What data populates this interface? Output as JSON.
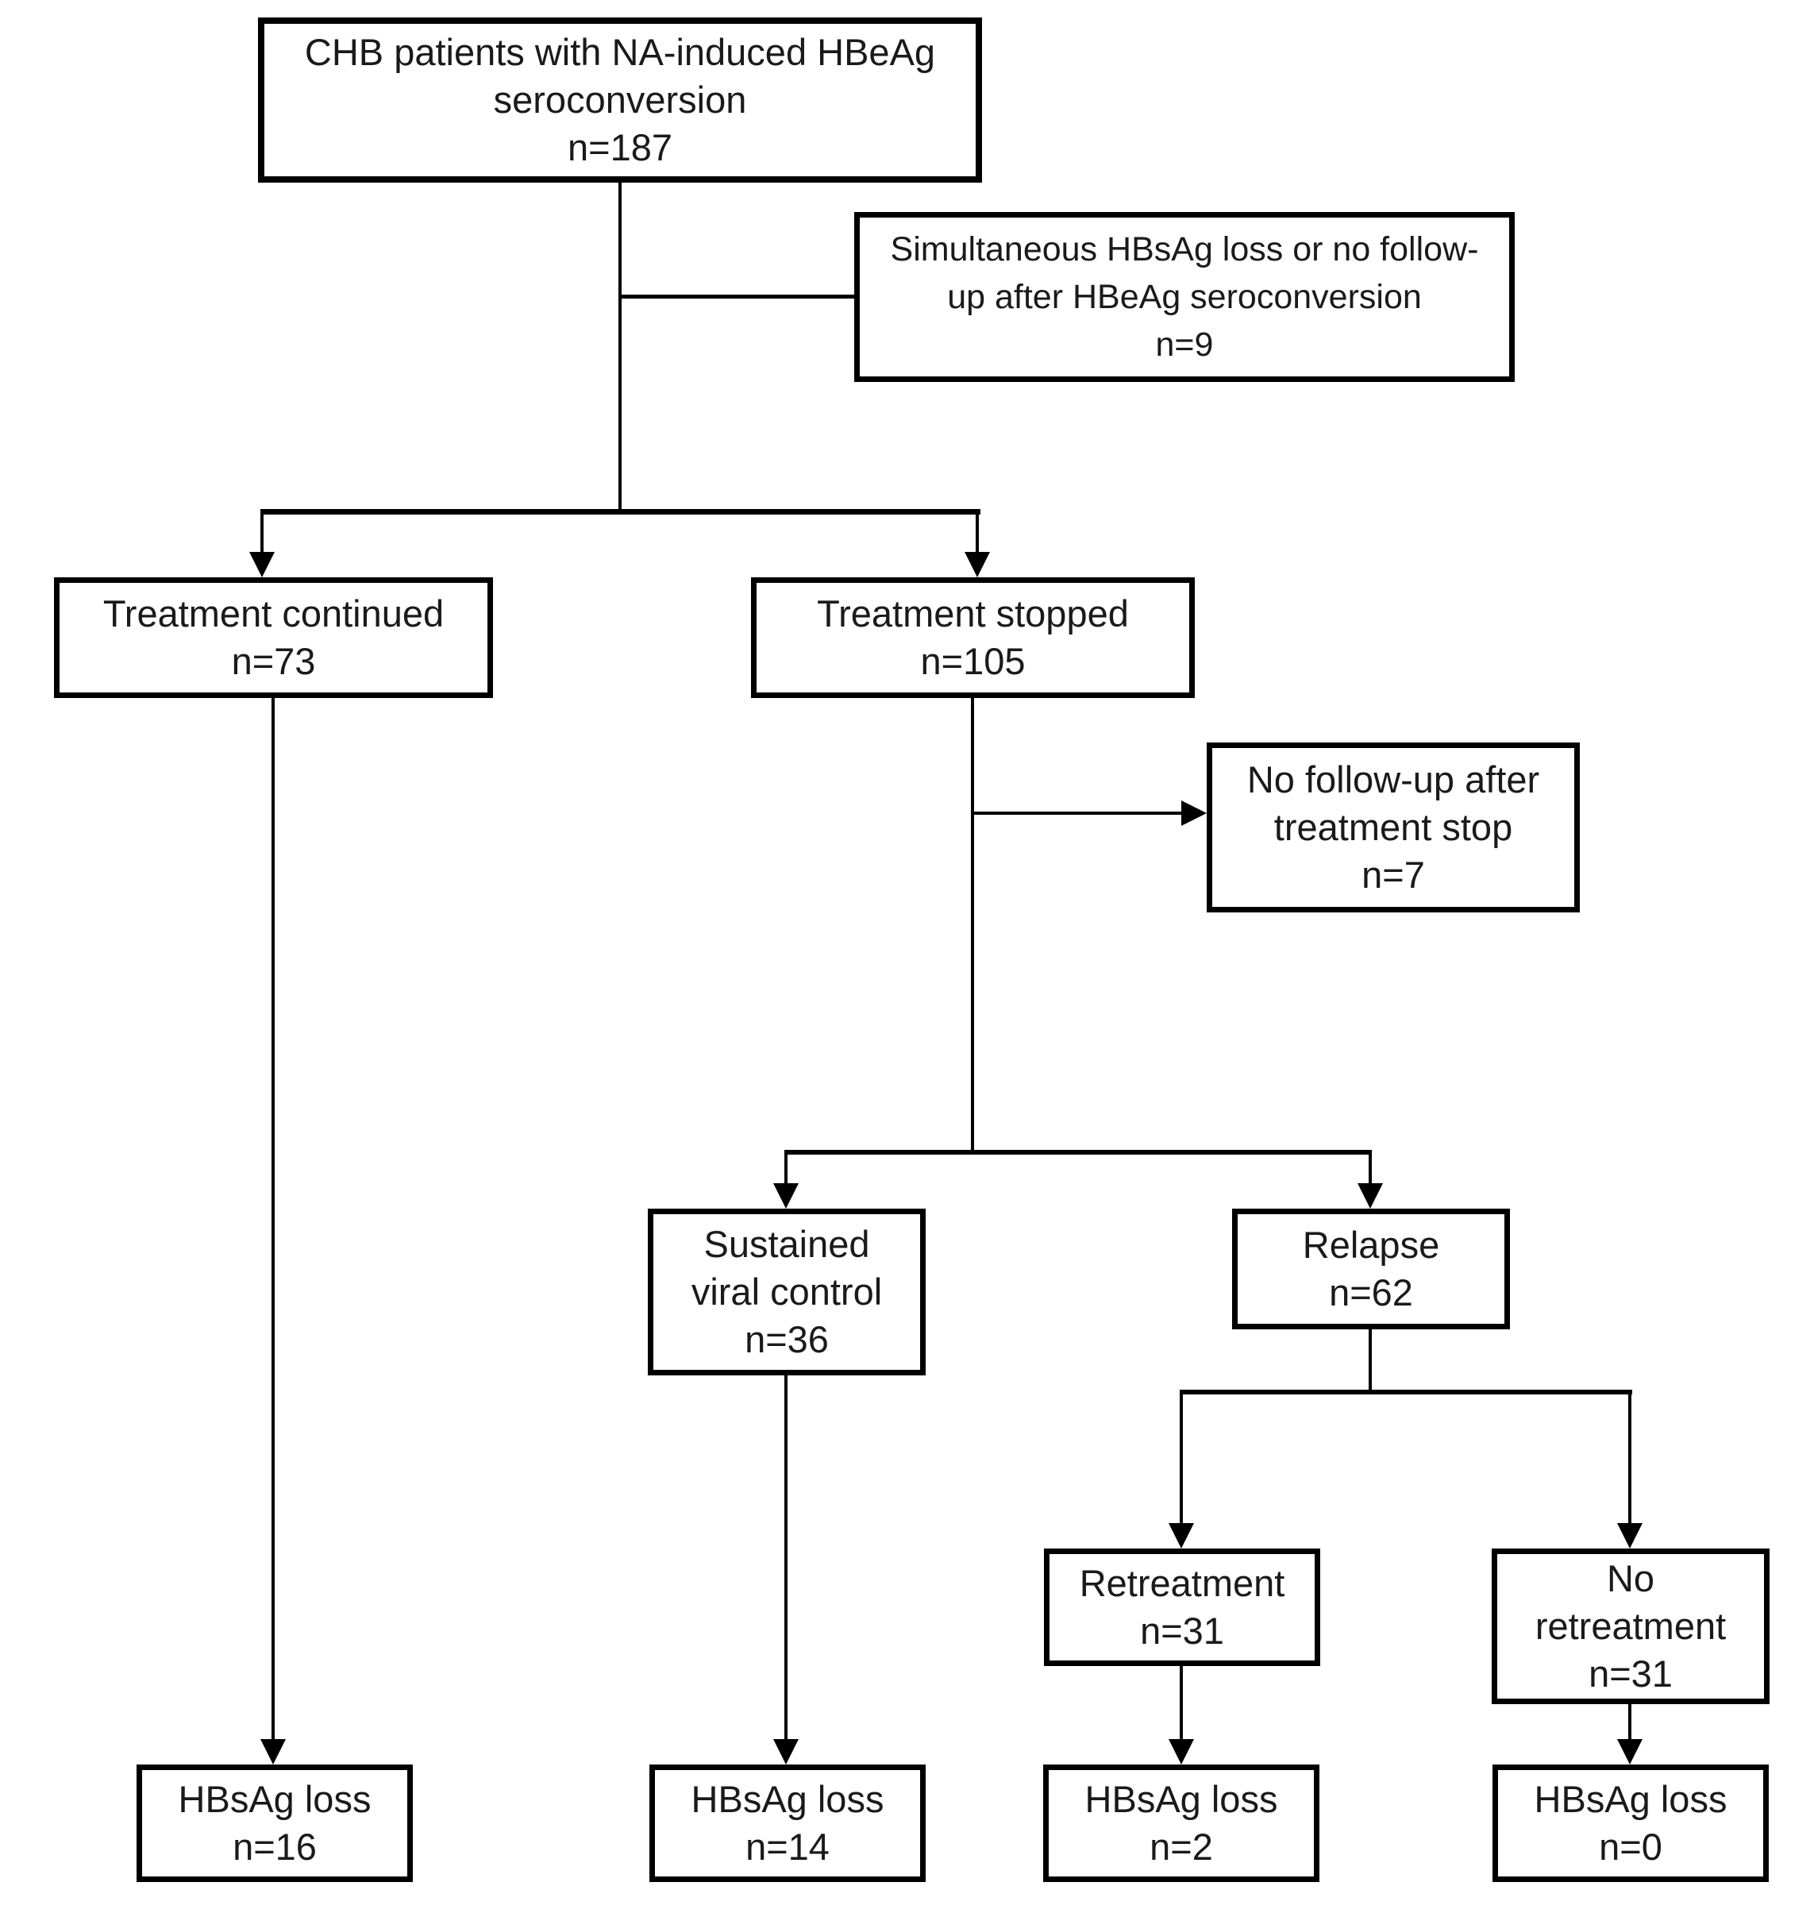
{
  "figure": {
    "background_color": "#ffffff",
    "line_color": "#000000",
    "text_color": "#1a1a1a",
    "nodes": {
      "chb_patients": {
        "lines": [
          "CHB patients with NA-induced HBeAg",
          "seroconversion",
          "n=187"
        ]
      },
      "simultaneous_loss": {
        "lines": [
          "Simultaneous HBsAg loss or no follow-",
          "up after HBeAg seroconversion",
          "n=9"
        ]
      },
      "treatment_continued": {
        "lines": [
          "Treatment continued",
          "n=73"
        ]
      },
      "treatment_stopped": {
        "lines": [
          "Treatment stopped",
          "n=105"
        ]
      },
      "no_followup": {
        "lines": [
          "No follow-up after",
          "treatment stop",
          "n=7"
        ]
      },
      "sustained_viral_control": {
        "lines": [
          "Sustained",
          "viral control",
          "n=36"
        ]
      },
      "relapse": {
        "lines": [
          "Relapse",
          "n=62"
        ]
      },
      "retreatment": {
        "lines": [
          "Retreatment",
          "n=31"
        ]
      },
      "no_retreatment": {
        "lines": [
          "No",
          "retreatment",
          "n=31"
        ]
      },
      "hbsag_loss_continued": {
        "lines": [
          "HBsAg loss",
          "n=16"
        ]
      },
      "hbsag_loss_sustained": {
        "lines": [
          "HBsAg loss",
          "n=14"
        ]
      },
      "hbsag_loss_retreatment": {
        "lines": [
          "HBsAg loss",
          "n=2"
        ]
      },
      "hbsag_loss_no_retreatment": {
        "lines": [
          "HBsAg loss",
          "n=0"
        ]
      }
    }
  }
}
